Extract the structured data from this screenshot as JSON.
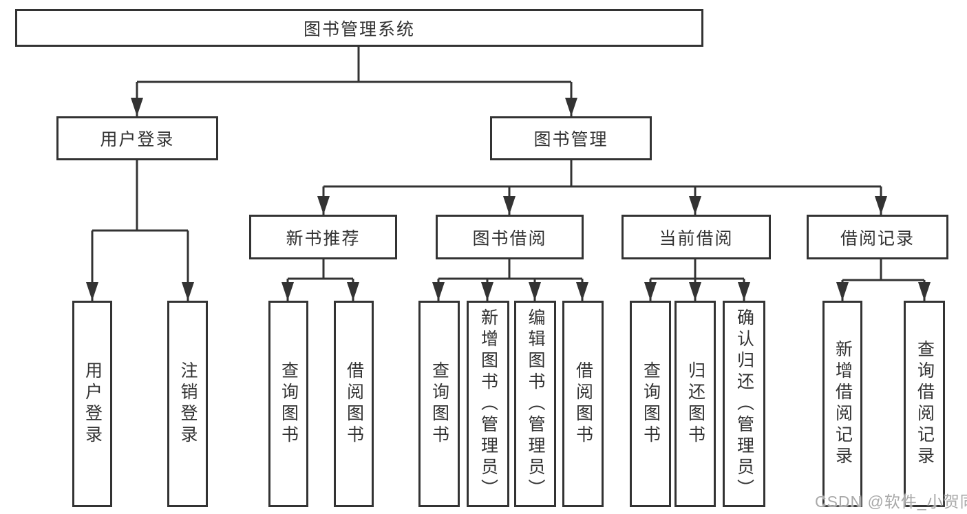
{
  "diagram": {
    "title": "图书管理系统",
    "background_color": "#ffffff",
    "line_color": "#333333",
    "text_color": "#333333",
    "watermark": {
      "text": "CSDN @软件_小贺同学",
      "color": "#a9a9a9"
    },
    "nodes": {
      "root": {
        "label": "图书管理系统",
        "level": 1
      },
      "user_login": {
        "label": "用户登录",
        "level": 2
      },
      "book_mgmt": {
        "label": "图书管理",
        "level": 2
      },
      "new_book_rec": {
        "label": "新书推荐",
        "level": 3
      },
      "book_borrow": {
        "label": "图书借阅",
        "level": 3
      },
      "current_borrow": {
        "label": "当前借阅",
        "level": 3
      },
      "borrow_records": {
        "label": "借阅记录",
        "level": 3
      },
      "leaf_user_login": {
        "label": "用户登录",
        "level": 4
      },
      "leaf_logout": {
        "label": "注销登录",
        "level": 4
      },
      "leaf_query_book_1": {
        "label": "查询图书",
        "level": 4
      },
      "leaf_borrow_book_1": {
        "label": "借阅图书",
        "level": 4
      },
      "leaf_query_book_2": {
        "label": "查询图书",
        "level": 4
      },
      "leaf_add_book": {
        "label": "新增图书（管理员）",
        "level": 4
      },
      "leaf_edit_book": {
        "label": "编辑图书（管理员）",
        "level": 4
      },
      "leaf_borrow_book_2": {
        "label": "借阅图书",
        "level": 4
      },
      "leaf_query_book_3": {
        "label": "查询图书",
        "level": 4
      },
      "leaf_return_book": {
        "label": "归还图书",
        "level": 4
      },
      "leaf_confirm_return": {
        "label": "确认归还（管理员）",
        "level": 4
      },
      "leaf_add_record": {
        "label": "新增借阅记录",
        "level": 4
      },
      "leaf_query_record": {
        "label": "查询借阅记录",
        "level": 4
      }
    },
    "edges": [
      [
        "root",
        "user_login"
      ],
      [
        "root",
        "book_mgmt"
      ],
      [
        "user_login",
        "leaf_user_login"
      ],
      [
        "user_login",
        "leaf_logout"
      ],
      [
        "book_mgmt",
        "new_book_rec"
      ],
      [
        "book_mgmt",
        "book_borrow"
      ],
      [
        "book_mgmt",
        "current_borrow"
      ],
      [
        "book_mgmt",
        "borrow_records"
      ],
      [
        "new_book_rec",
        "leaf_query_book_1"
      ],
      [
        "new_book_rec",
        "leaf_borrow_book_1"
      ],
      [
        "book_borrow",
        "leaf_query_book_2"
      ],
      [
        "book_borrow",
        "leaf_add_book"
      ],
      [
        "book_borrow",
        "leaf_edit_book"
      ],
      [
        "book_borrow",
        "leaf_borrow_book_2"
      ],
      [
        "current_borrow",
        "leaf_query_book_3"
      ],
      [
        "current_borrow",
        "leaf_return_book"
      ],
      [
        "current_borrow",
        "leaf_confirm_return"
      ],
      [
        "borrow_records",
        "leaf_add_record"
      ],
      [
        "borrow_records",
        "leaf_query_record"
      ]
    ]
  }
}
